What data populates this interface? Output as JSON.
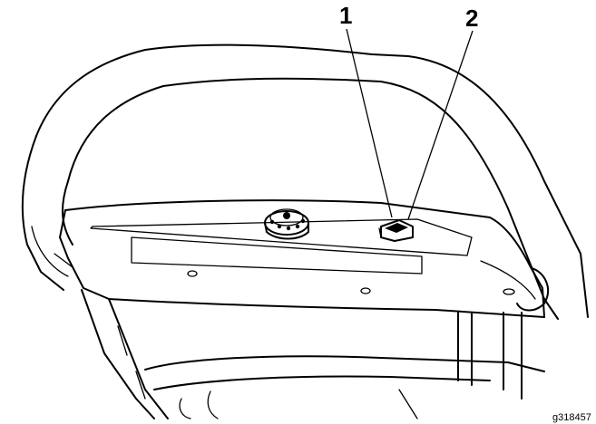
{
  "callouts": [
    {
      "label": "1"
    },
    {
      "label": "2"
    }
  ],
  "figure_id": "g318457"
}
